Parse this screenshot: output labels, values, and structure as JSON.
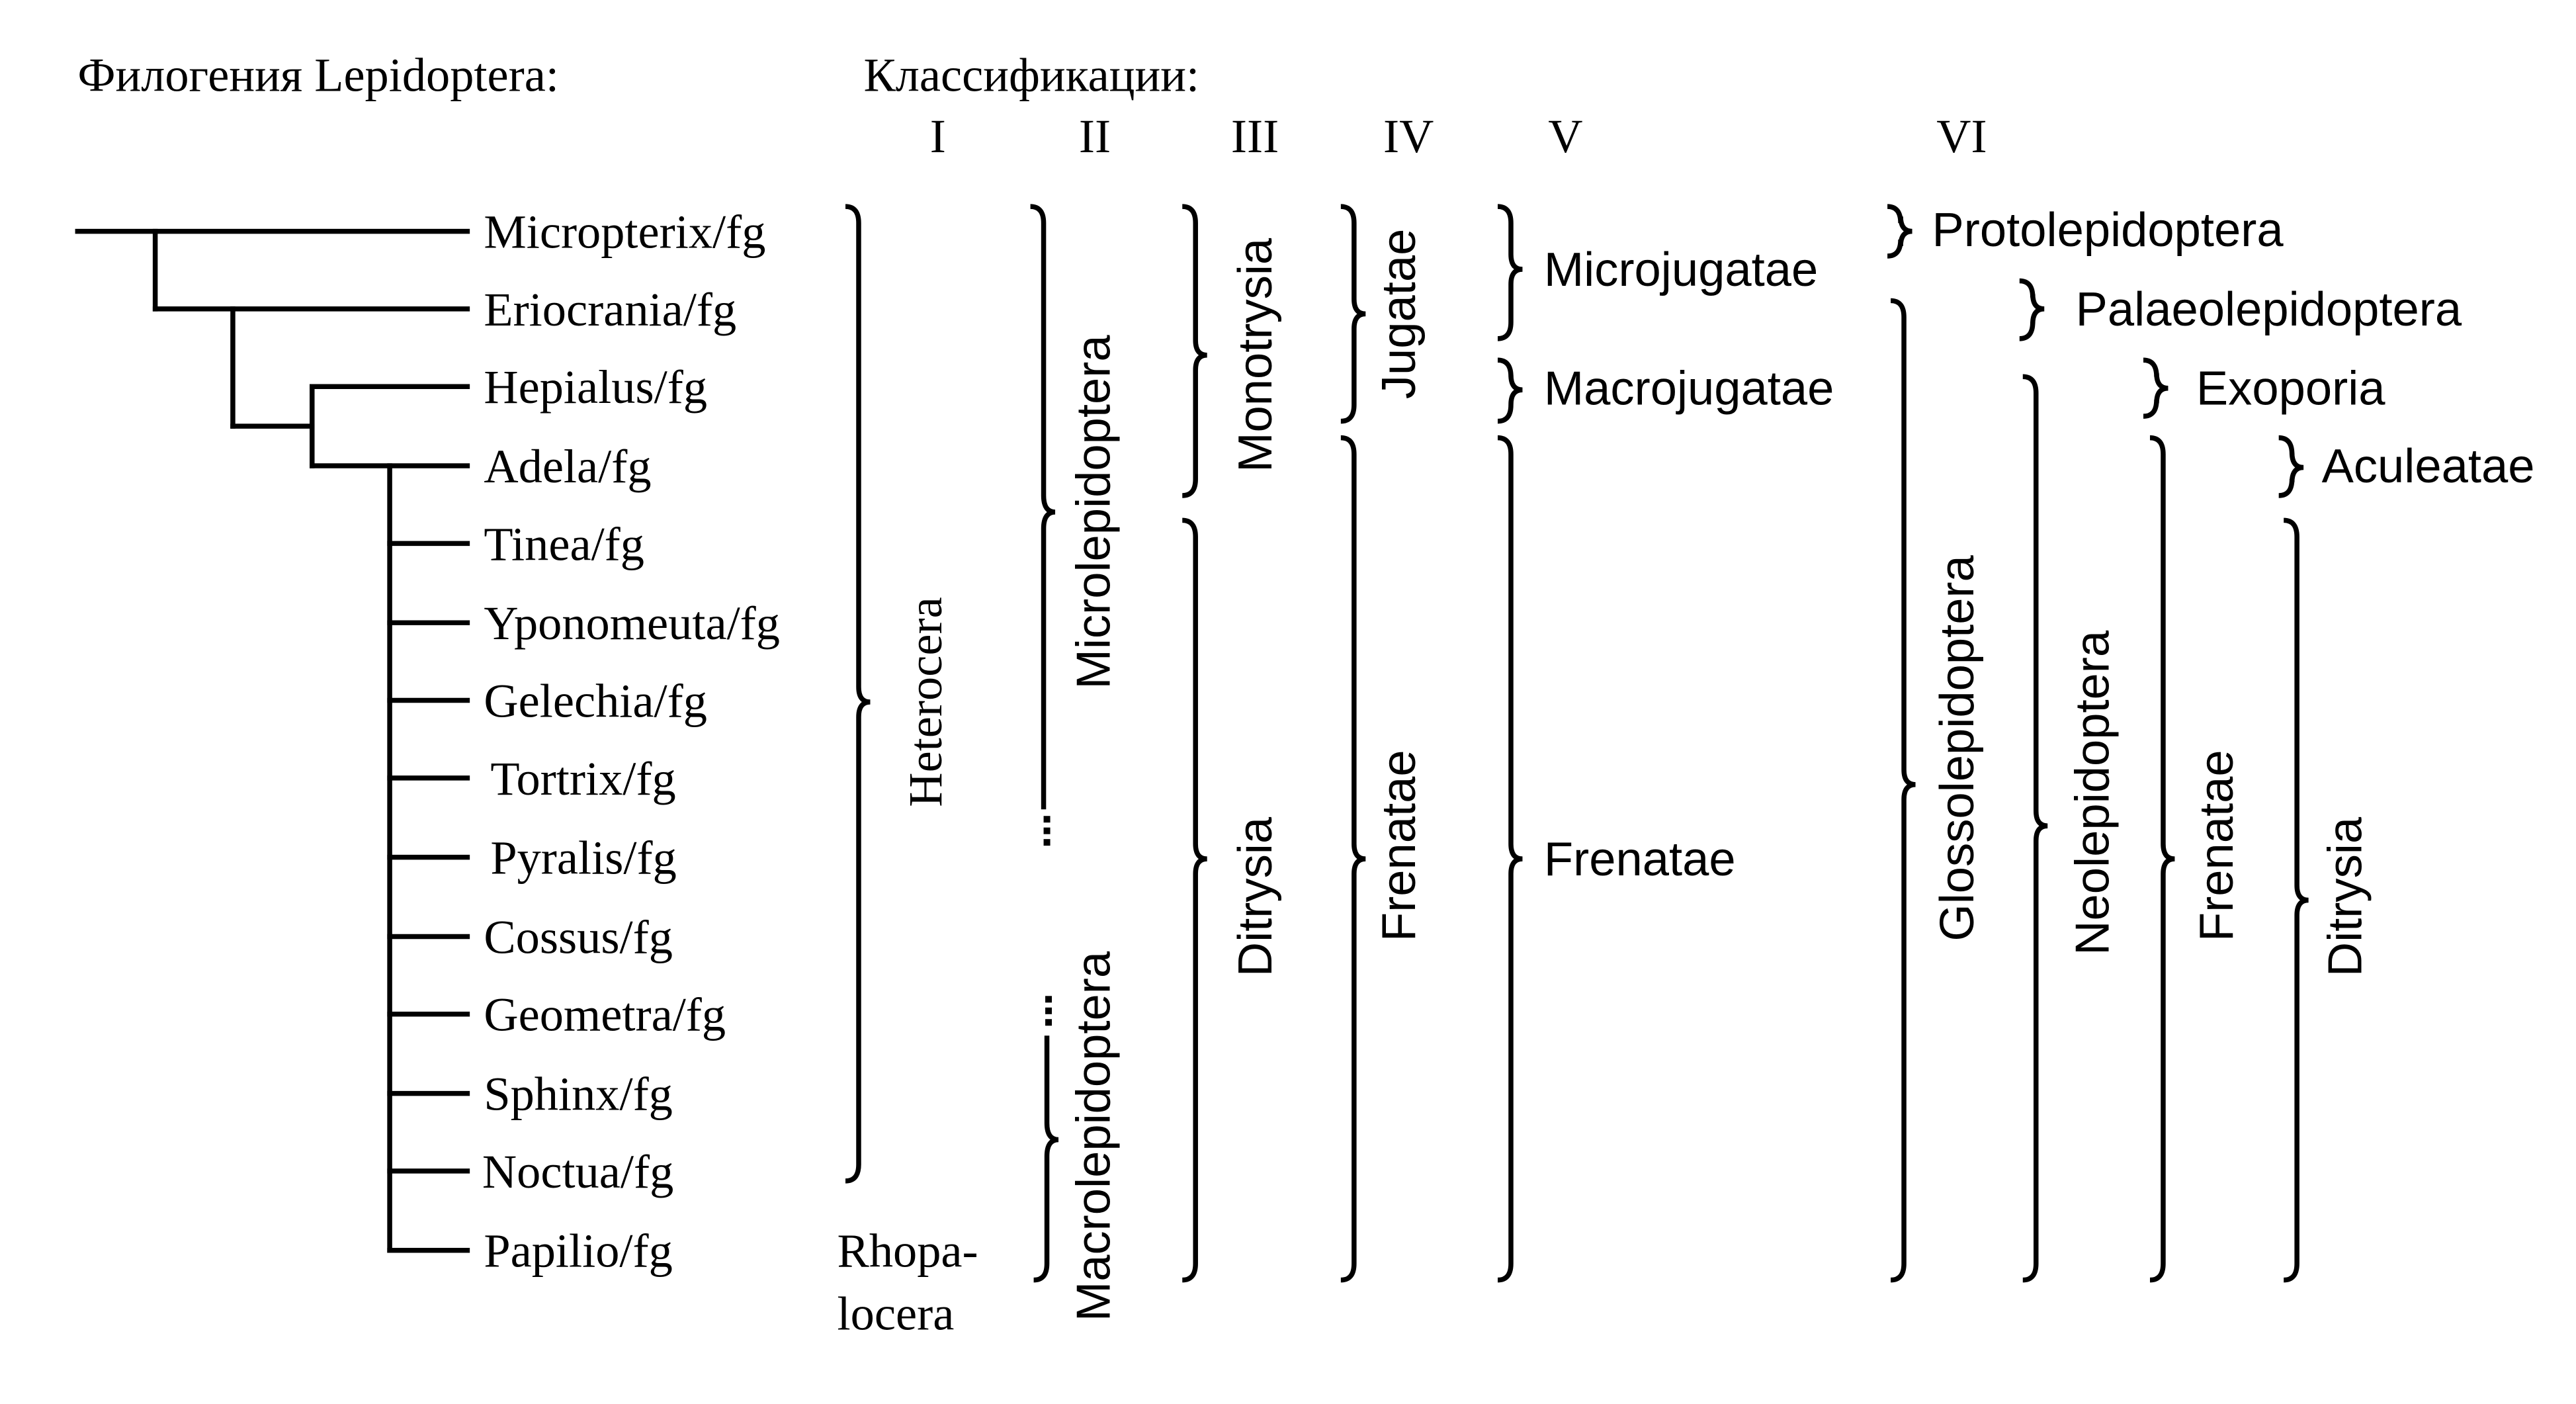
{
  "title": "Филогения Lepidoptera:",
  "classifications_title": "Классификации:",
  "numerals": [
    "I",
    "II",
    "III",
    "IV",
    "V",
    "VI"
  ],
  "taxa": [
    "Micropterix/fg",
    "Eriocrania/fg",
    "Hepialus/fg",
    "Adela/fg",
    "Tinea/fg",
    "Yponomeuta/fg",
    "Gelechia/fg",
    "Tortrix/fg",
    "Pyralis/fg",
    "Cossus/fg",
    "Geometra/fg",
    "Sphinx/fg",
    "Noctua/fg",
    "Papilio/fg"
  ],
  "groups": {
    "heterocera": "Heterocera",
    "rhopalocera_1": "Rhopa-",
    "rhopalocera_2": "locera",
    "microlepidoptera": "Microlepidoptera",
    "macrolepidoptera": "Macrolepidoptera",
    "monotrysia": "Monotrysia",
    "ditrysia_3": "Ditrysia",
    "jugatae": "Jugatae",
    "frenatae_4": "Frenatae",
    "microjugatae": "Microjugatae",
    "macrojugatae": "Macrojugatae",
    "frenatae_5": "Frenatae",
    "protolepidoptera": "Protolepidoptera",
    "palaeolepidoptera": "Palaeolepidoptera",
    "glossolepidoptera": "Glossolepidoptera",
    "exoporia": "Exoporia",
    "neolepidoptera": "Neolepidoptera",
    "aculeatae": "Aculeatae",
    "frenatae_6": "Frenatae",
    "ditrysia_6": "Ditrysia"
  }
}
